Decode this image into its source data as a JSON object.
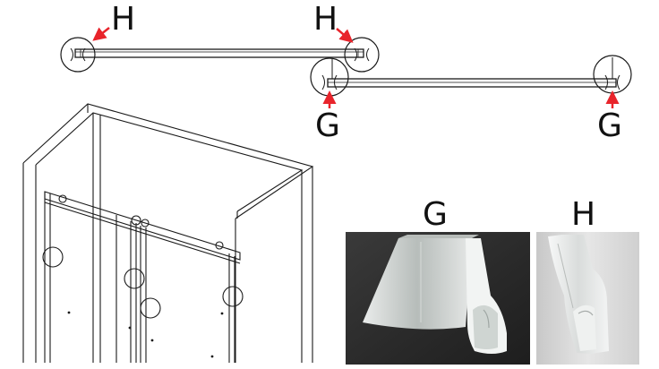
{
  "labels": {
    "h_left": "H",
    "h_right": "H",
    "g_left": "G",
    "g_right": "G",
    "photo_g": "G",
    "photo_h": "H"
  },
  "colors": {
    "line": "#1a1a1a",
    "arrow": "#e8242b",
    "photo_bg_dark": "#2b2b2b",
    "photo_bg_light": "#dcdcdc",
    "seal": "#eef1ef"
  },
  "icons": {
    "arrow": "red-arrow-icon",
    "callout": "detail-circle"
  }
}
